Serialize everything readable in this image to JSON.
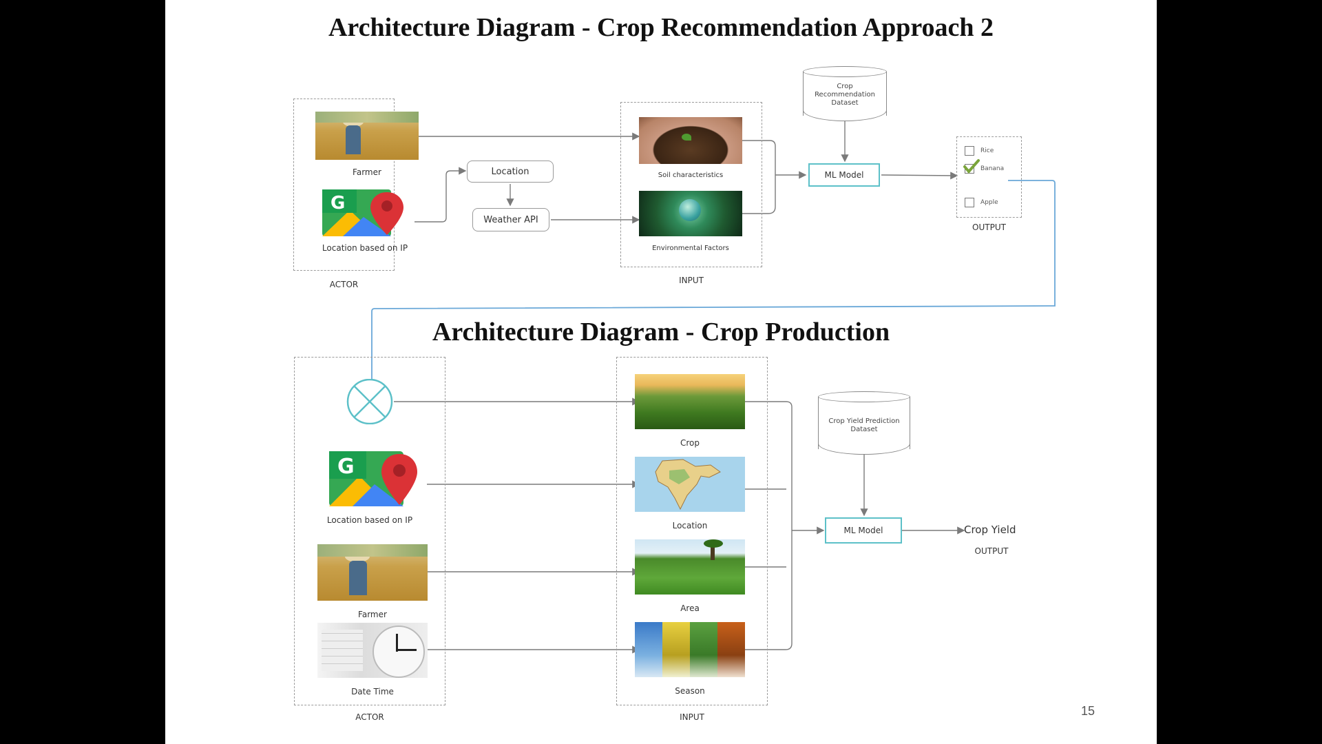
{
  "slide": {
    "page_number": "15"
  },
  "top": {
    "title": "Architecture Diagram - Crop Recommendation Approach 2",
    "actor": {
      "farmer_label": "Farmer",
      "location_label": "Location based on IP",
      "caption": "ACTOR"
    },
    "location_box": "Location",
    "weather_box": "Weather API",
    "input": {
      "soil_label": "Soil characteristics",
      "env_label": "Environmental Factors",
      "caption": "INPUT"
    },
    "dataset": "Crop Recommendation Dataset",
    "ml_model": "ML Model",
    "output": {
      "options": [
        "Rice",
        "Banana",
        "Apple"
      ],
      "checked": "Banana",
      "caption": "OUTPUT"
    }
  },
  "bottom": {
    "title": "Architecture Diagram - Crop Production",
    "actor": {
      "location_label": "Location based on IP",
      "farmer_label": "Farmer",
      "datetime_label": "Date Time",
      "caption": "ACTOR"
    },
    "input": {
      "crop_label": "Crop",
      "location_label": "Location",
      "area_label": "Area",
      "season_label": "Season",
      "caption": "INPUT"
    },
    "dataset": "Crop Yield Prediction Dataset",
    "ml_model": "ML Model",
    "output": {
      "value": "Crop Yield",
      "caption": "OUTPUT"
    }
  },
  "colors": {
    "flow_line": "#7a7a7a",
    "loop_line": "#6aa8d8",
    "model_border": "#5cc0c8",
    "check": "#7aa43a"
  }
}
